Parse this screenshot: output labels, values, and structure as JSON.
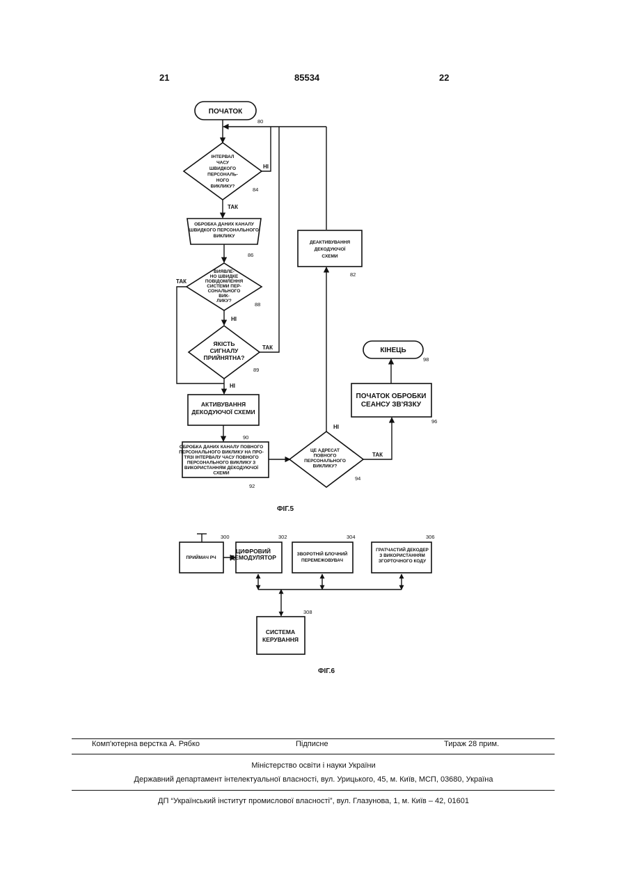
{
  "header": {
    "left_page": "21",
    "patent_number": "85534",
    "right_page": "22"
  },
  "fig5": {
    "start": {
      "label": "ПОЧАТОК",
      "ref": "80"
    },
    "d84": {
      "lines": [
        "ІНТЕРВАЛ",
        "ЧАСУ",
        "ШВИДКОГО",
        "ПЕРСОНАЛЬ-",
        "НОГО",
        "ВИКЛИКУ?"
      ],
      "ref": "84",
      "no": "НІ",
      "yes": "ТАК"
    },
    "b86": {
      "lines": [
        "ОБРОБКА ДАНИХ КАНАЛУ",
        "ШВИДКОГО ПЕРСОНАЛЬНОГО",
        "ВИКЛИКУ"
      ],
      "ref": "86"
    },
    "d88": {
      "lines": [
        "ВИЯВЛЕ-",
        "НО ШВИДКЕ",
        "ПОВІДОМЛЕННЯ",
        "СИСТЕМИ ПЕР-",
        "СОНАЛЬНОГО",
        "ВИК-",
        "ЛИКУ?"
      ],
      "ref": "88",
      "yes": "ТАК",
      "no": "НІ"
    },
    "d89": {
      "lines": [
        "ЯКІСТЬ",
        "СИГНАЛУ",
        "ПРИЙНЯТНА?"
      ],
      "ref": "89",
      "yes": "ТАК",
      "no": "НІ"
    },
    "b90": {
      "lines": [
        "АКТИВУВАННЯ",
        "ДЕКОДУЮЧОЇ СХЕМИ"
      ],
      "ref": "90"
    },
    "b92": {
      "lines": [
        "ОБРОБКА ДАНИХ КАНАЛУ ПОВНОГО",
        "ПЕРСОНАЛЬНОГО ВИКЛИКУ НА ПРО-",
        "ТЯЗІ ІНТЕРВАЛУ ЧАСУ ПОВНОГО",
        "ПЕРСОНАЛЬНОГО ВИКЛИКУ З",
        "ВИКОРИСТАННЯМ ДЕКОДУЮЧОЇ",
        "СХЕМИ"
      ],
      "ref": "92"
    },
    "d94": {
      "lines": [
        "ЦЕ АДРЕСАТ",
        "ПОВНОГО",
        "ПЕРСОНАЛЬНОГО",
        "ВИКЛИКУ?"
      ],
      "ref": "94",
      "no": "НІ",
      "yes": "ТАК"
    },
    "b82": {
      "lines": [
        "ДЕАКТИВУВАННЯ",
        "ДЕКОДУЮЧОЇ",
        "СХЕМИ"
      ],
      "ref": "82"
    },
    "b96": {
      "lines": [
        "ПОЧАТОК ОБРОБКИ",
        "СЕАНСУ ЗВ'ЯЗКУ"
      ],
      "ref": "96"
    },
    "end": {
      "label": "КІНЕЦЬ",
      "ref": "98"
    },
    "caption": "ФІГ.5"
  },
  "fig6": {
    "b300": {
      "lines": [
        "ПРИЙМАЧ РЧ"
      ],
      "ref": "300"
    },
    "b302": {
      "lines": [
        "ЦИФРОВИЙ",
        "ДЕМОДУЛЯТОР"
      ],
      "ref": "302"
    },
    "b304": {
      "lines": [
        "ЗВОРОТНІЙ БЛОЧНИЙ",
        "ПЕРЕМЕЖОВУВАЧ"
      ],
      "ref": "304"
    },
    "b306": {
      "lines": [
        "ГРАТЧАСТИЙ ДЕКОДЕР",
        "З ВИКОРИСТАННЯМ",
        "ЗГОРТОЧНОГО КОДУ"
      ],
      "ref": "306"
    },
    "b308": {
      "lines": [
        "СИСТЕМА",
        "КЕРУВАННЯ"
      ],
      "ref": "308"
    },
    "caption": "ФІГ.6"
  },
  "footer": {
    "layout": "Комп'ютерна верстка А. Рябко",
    "signed": "Підписне",
    "print_run": "Тираж 28 прим.",
    "ministry": "Міністерство освіти і науки України",
    "department": "Державний департамент інтелектуальної власності, вул. Урицького, 45, м. Київ, МСП, 03680, Україна",
    "institute": "ДП “Український інститут промислової власності”, вул. Глазунова, 1, м. Київ – 42, 01601"
  }
}
